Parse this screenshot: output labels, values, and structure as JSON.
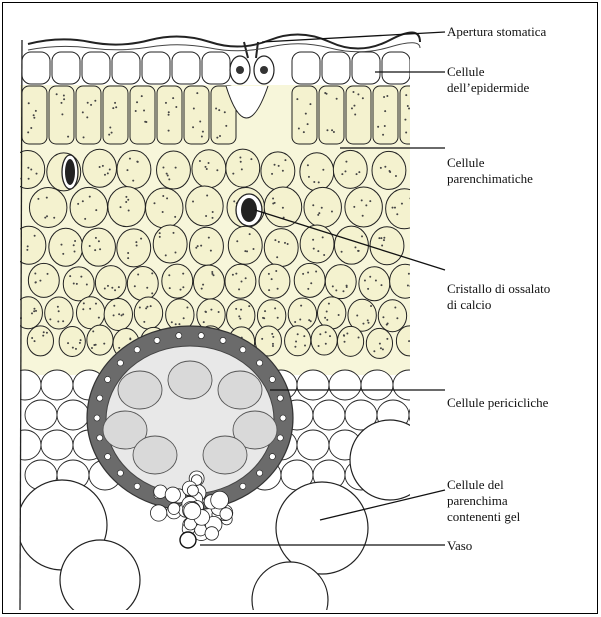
{
  "labels": {
    "apertura": "Apertura stomatica",
    "epidermide": "Cellule\ndell’epidermide",
    "parenchimatiche": "Cellule\nparenchimatiche",
    "cristallo": "Cristallo di ossalato\ndi calcio",
    "periciclo": "Cellule pericicliche",
    "gel": "Cellule del\nparenchima\ncontenenti gel",
    "vaso": "Vaso"
  },
  "colors": {
    "parenchyma_fill": "#f4f2cf",
    "pericycle_fill": "#e8e8e8",
    "sclerenchyma_fill": "#6b6b6b",
    "line": "#222222"
  }
}
